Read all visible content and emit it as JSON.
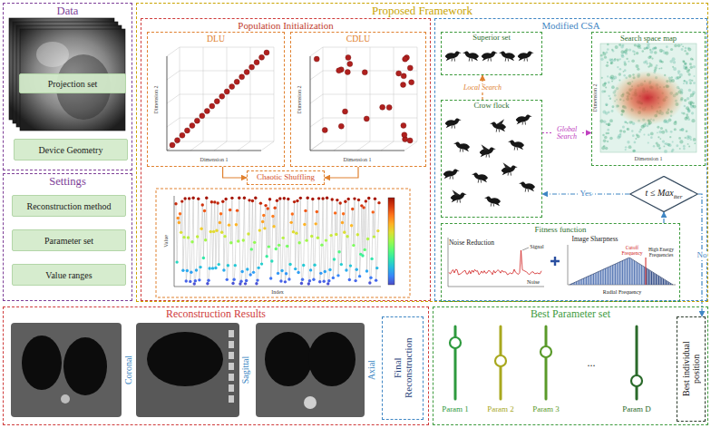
{
  "diagram": {
    "nodes": [
      {
        "text": [
          "Data"
        ]
      },
      {
        "text": [
          "Projection set"
        ],
        "in": 0
      },
      {
        "text": [
          "Device Geometry"
        ],
        "in": 0
      },
      {
        "text": [
          "Settings"
        ]
      },
      {
        "text": [
          "Reconstruction method"
        ],
        "in": 3
      },
      {
        "text": [
          "Parameter set"
        ],
        "in": 3
      },
      {
        "text": [
          "Value ranges"
        ],
        "in": 3
      },
      {
        "text": [
          "Proposed Framework"
        ]
      },
      {
        "text": [
          "Population Initialization"
        ],
        "in": 7
      },
      {
        "text": [
          "DLU"
        ],
        "in": 8
      },
      {
        "text": [
          "CDLU"
        ],
        "in": 8
      },
      {
        "text": [
          "Chaotic Shuffling"
        ],
        "in": 8
      },
      {
        "text": [
          "Modified CSA"
        ],
        "in": 7
      },
      {
        "text": [
          "Superior set"
        ],
        "in": 12
      },
      {
        "text": [
          "Search space map"
        ],
        "in": 12
      },
      {
        "text": [
          "Crow flock"
        ],
        "in": 12
      },
      {
        "text": [
          "t ≤ Max",
          "iter"
        ],
        "in": 12
      },
      {
        "text": [
          "Fitness function"
        ],
        "in": 12
      },
      {
        "text": [
          "Reconstruction Results"
        ]
      },
      {
        "text": [
          "Final Reconstruction"
        ],
        "in": 18
      },
      {
        "text": [
          "Best Parameter set"
        ]
      },
      {
        "text": [
          "Best individual position"
        ],
        "in": 20
      }
    ],
    "edges": [
      {
        "from": 9,
        "to": 11,
        "arrow": "to"
      },
      {
        "from": 10,
        "to": 11,
        "arrow": "to"
      },
      {
        "from": 15,
        "to": 13,
        "arrow": "to",
        "label": "Local Search"
      },
      {
        "from": 15,
        "to": 14,
        "arrow": "to",
        "label": "Global Search"
      },
      {
        "from": 17,
        "to": 16,
        "arrow": "to"
      },
      {
        "from": 16,
        "to": 15,
        "arrow": "to",
        "label": "Yes"
      },
      {
        "from": 16,
        "to": 21,
        "arrow": "to",
        "label": "No"
      }
    ],
    "labels": [
      "Dimension 1",
      "Dimension 2",
      "Dimension 1",
      "Dimension 2",
      "Value",
      "Index",
      "Dimension 1",
      "Dimension 2",
      "Noise Reduction",
      "Signal",
      "Noise",
      "Image Sharpness",
      "Cutoff Frequency",
      "High Energy Frequencies",
      "Radial Frequency",
      "Coronal",
      "Sagittal",
      "Axial",
      "Param 1",
      "Param 2",
      "Param 3",
      "...",
      "Param D"
    ]
  }
}
